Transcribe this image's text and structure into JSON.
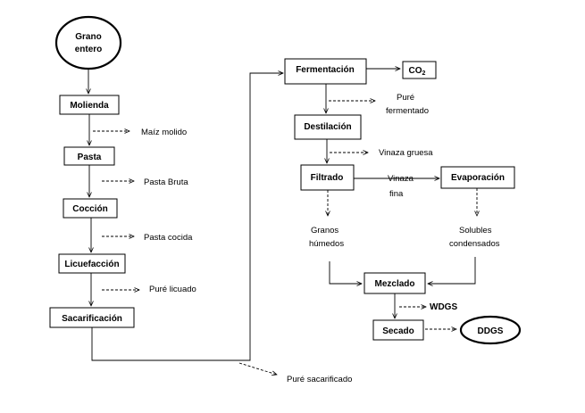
{
  "nodes": {
    "grano_entero": [
      "Grano",
      "entero"
    ],
    "molienda": "Molienda",
    "pasta": "Pasta",
    "coccion": "Cocción",
    "licuefaccion": "Licuefacción",
    "sacarificacion": "Sacarificación",
    "fermentacion": "Fermentación",
    "co2": "CO",
    "co2_sub": "2",
    "destilacion": "Destilación",
    "filtrado": "Filtrado",
    "evaporacion": "Evaporación",
    "mezclado": "Mezclado",
    "secado": "Secado",
    "ddgs": "DDGS"
  },
  "labels": {
    "maiz_molido": "Maíz molido",
    "pasta_bruta": "Pasta Bruta",
    "pasta_cocida": "Pasta cocida",
    "pure_licuado": "Puré licuado",
    "pure_sacarificado": "Puré sacarificado",
    "pure_fermentado": [
      "Puré",
      "fermentado"
    ],
    "vinaza_gruesa": "Vinaza gruesa",
    "vinaza_fina": [
      "Vinaza",
      "fina"
    ],
    "granos_humedos": [
      "Granos",
      "húmedos"
    ],
    "solubles_condensados": [
      "Solubles",
      "condensados"
    ],
    "wdgs": "WDGS"
  }
}
